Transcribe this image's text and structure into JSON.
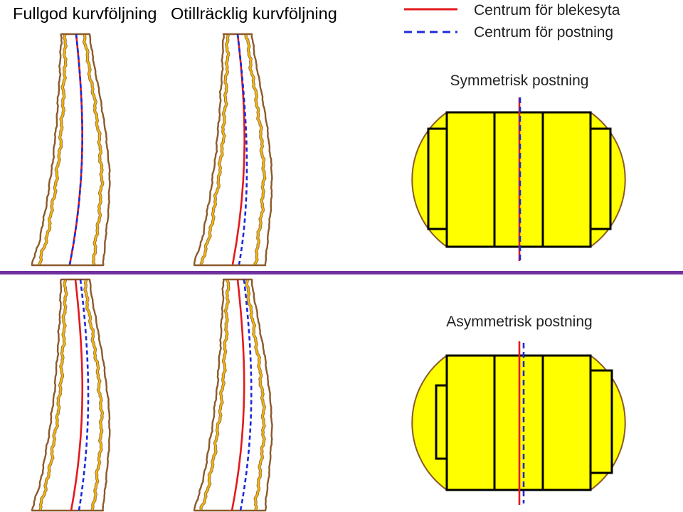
{
  "columns": [
    {
      "title": "Fullgod kurvföljning"
    },
    {
      "title": "Otillräcklig kurvföljning"
    }
  ],
  "legend": [
    {
      "label": "Centrum för blekesyta",
      "color": "#E3191C"
    },
    {
      "label": "Centrum för postning",
      "color": "#1C2BD9"
    }
  ],
  "sections": [
    {
      "label": "Symmetrisk postning"
    },
    {
      "label": "Asymmetrisk postning"
    }
  ],
  "colors": {
    "bark": "#8B5A2B",
    "growth_ring": "#F2B800",
    "cross_section": "#FFFF00",
    "divider": "#7030A0",
    "board_outline": "#000000"
  }
}
